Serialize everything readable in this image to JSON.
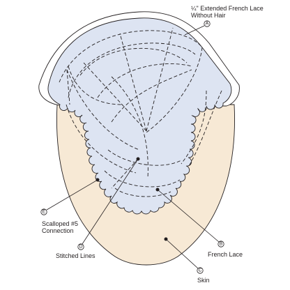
{
  "callouts": {
    "A": {
      "letter": "A",
      "lines": [
        "¼\" Extended French Lace",
        "Without Hair"
      ]
    },
    "B": {
      "letter": "B",
      "lines": [
        "French Lace"
      ]
    },
    "C": {
      "letter": "C",
      "lines": [
        "Skin"
      ]
    },
    "D": {
      "letter": "D",
      "lines": [
        "Stitched Lines"
      ]
    },
    "E": {
      "letter": "E",
      "lines": [
        "Scalloped #5",
        "Connection"
      ]
    }
  },
  "colors": {
    "skin": "#f7e9d5",
    "french_lace": "#dde4f2",
    "outline": "#231f20",
    "extended_lace": "#ffffff"
  }
}
